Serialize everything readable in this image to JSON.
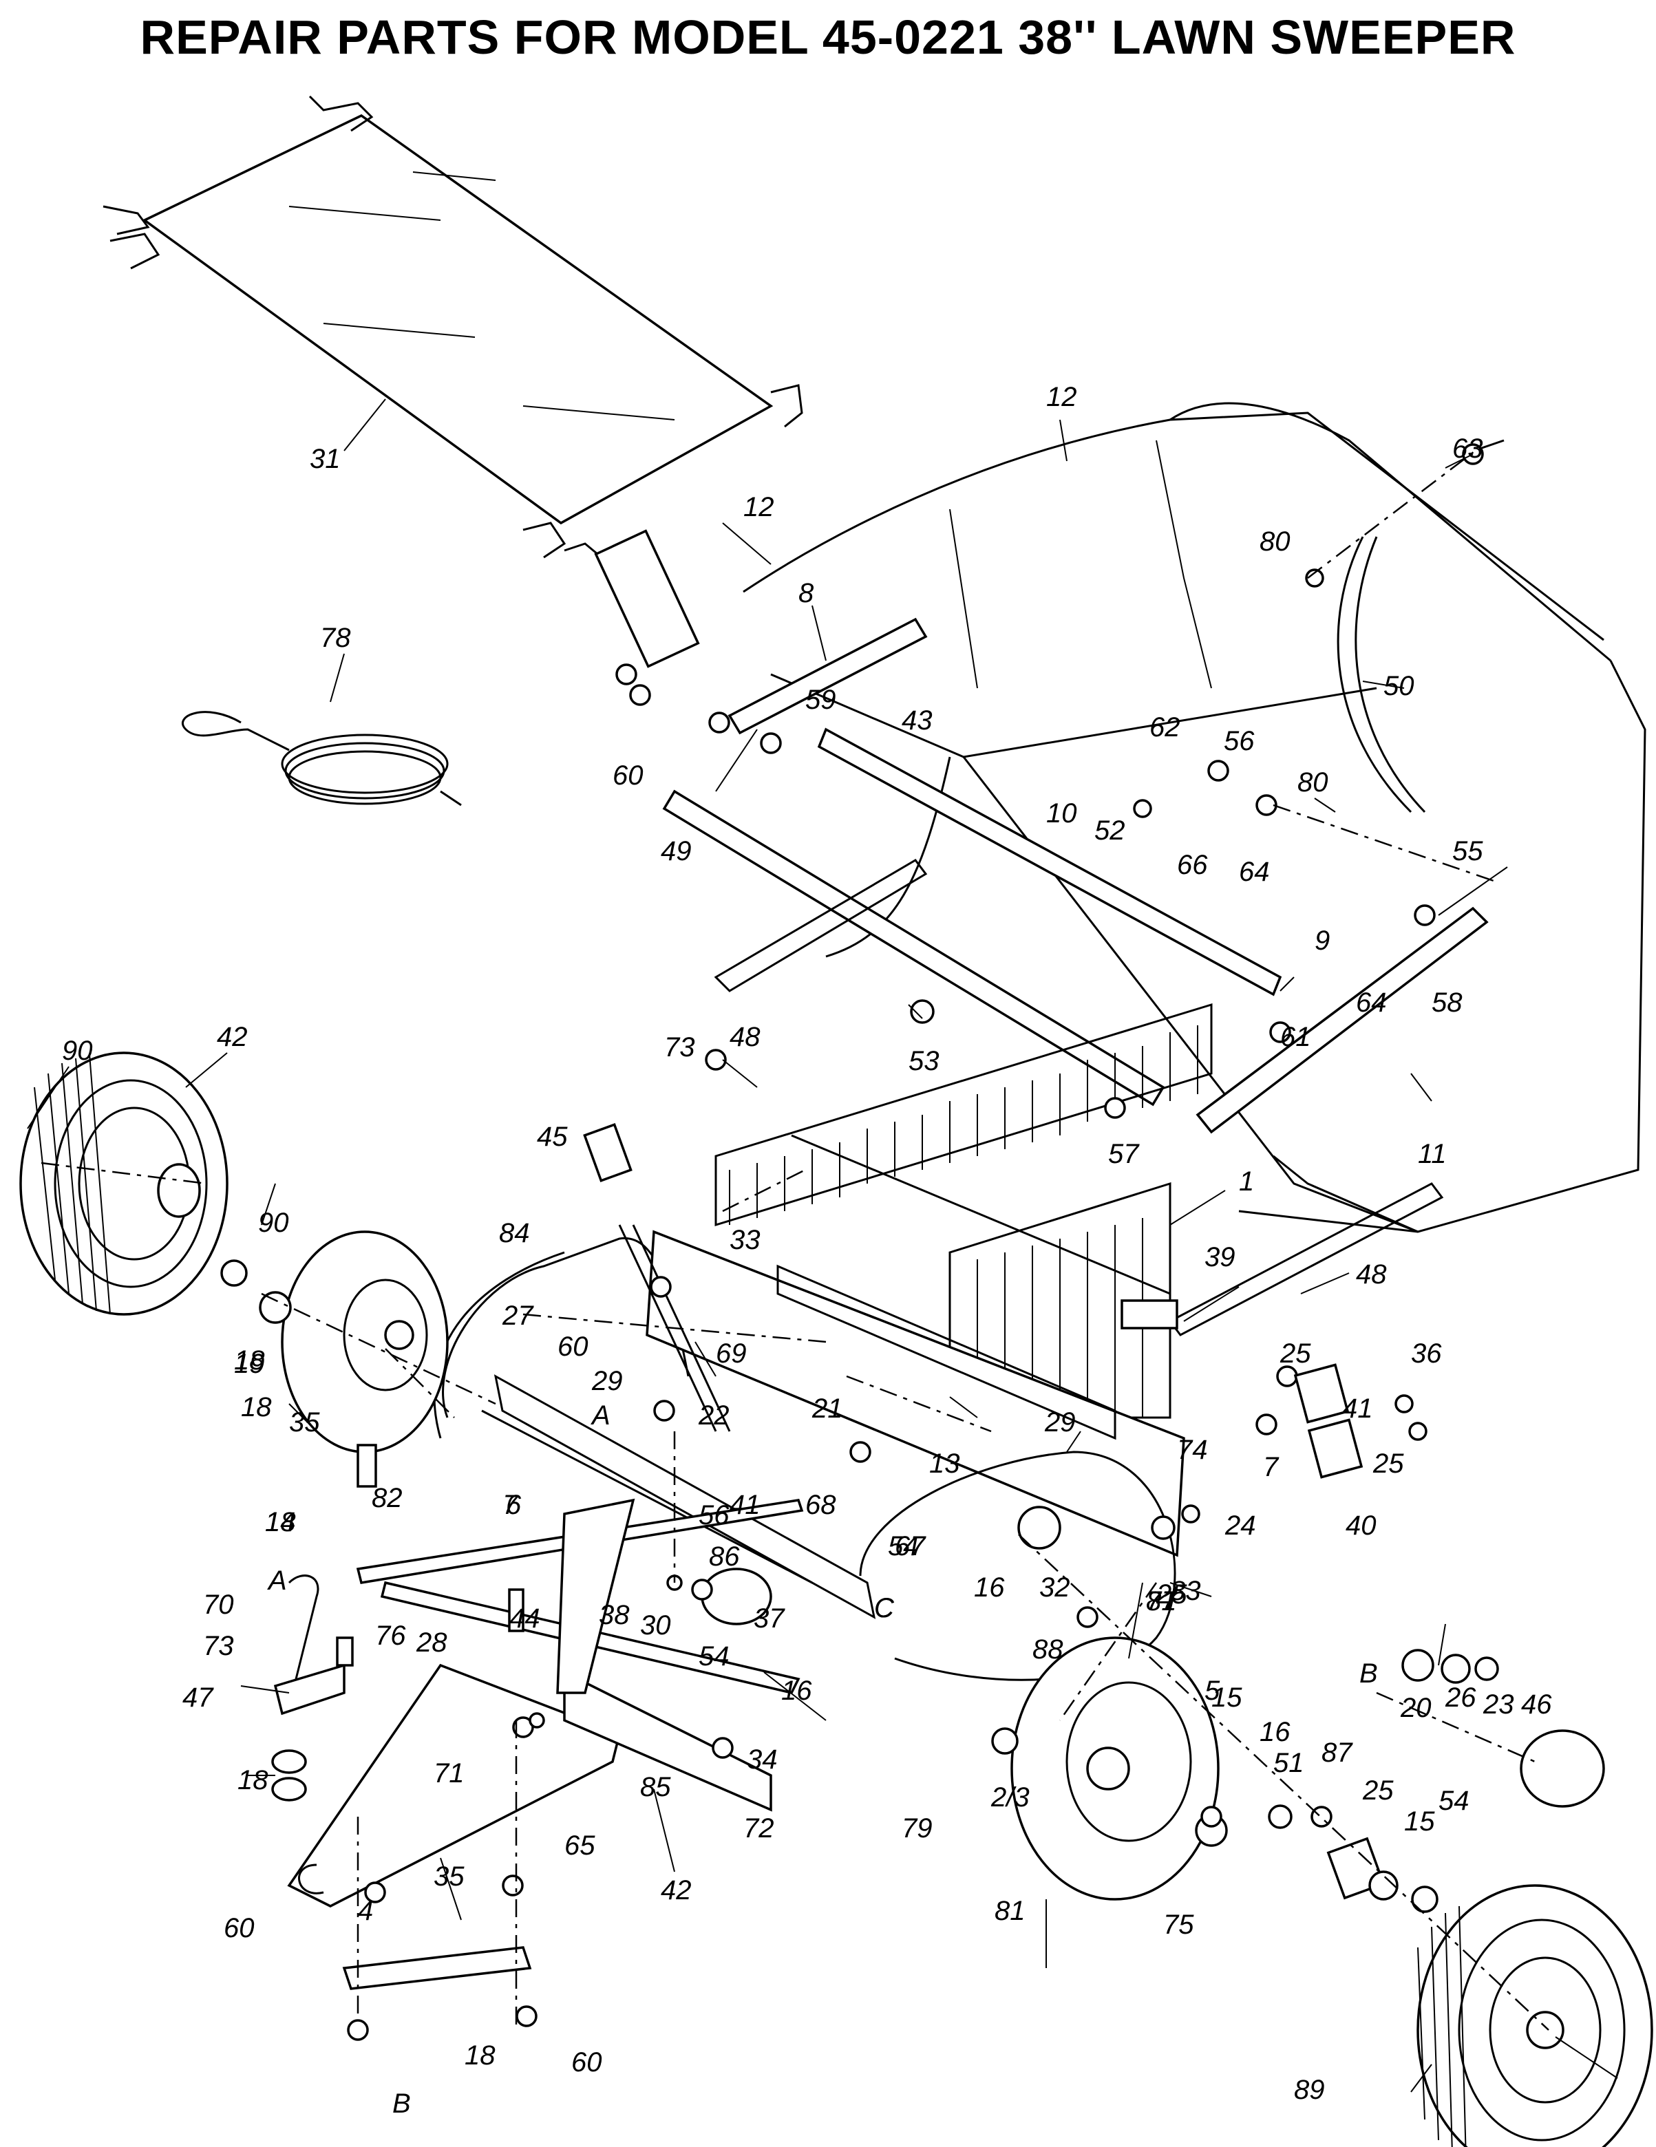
{
  "title": "REPAIR PARTS FOR MODEL 45-0221 38'' LAWN SWEEPER",
  "callouts": [
    "31",
    "12",
    "12",
    "78",
    "8",
    "63",
    "80",
    "59",
    "43",
    "50",
    "60",
    "62",
    "56",
    "80",
    "10",
    "52",
    "66",
    "64",
    "55",
    "49",
    "9",
    "64",
    "58",
    "90",
    "42",
    "73",
    "48",
    "53",
    "61",
    "57",
    "11",
    "45",
    "1",
    "90",
    "33",
    "39",
    "48",
    "84",
    "19",
    "60",
    "29",
    "69",
    "25",
    "41",
    "36",
    "18",
    "27",
    "35",
    "18",
    "A",
    "22",
    "21",
    "13",
    "29",
    "74",
    "7",
    "25",
    "24",
    "40",
    "41",
    "86",
    "82",
    "6",
    "7",
    "68",
    "56",
    "67",
    "54",
    "18",
    "14",
    "A",
    "70",
    "76",
    "28",
    "44",
    "38",
    "30",
    "37",
    "5",
    "16",
    "32",
    "25",
    "83",
    "73",
    "54",
    "88",
    "47",
    "C",
    "C",
    "20",
    "26",
    "23",
    "46",
    "81",
    "77",
    "18",
    "71",
    "85",
    "34",
    "16",
    "15",
    "16",
    "51",
    "87",
    "2/3",
    "25",
    "72",
    "79",
    "15",
    "54",
    "65",
    "35",
    "81",
    "75",
    "60",
    "4",
    "42",
    "89",
    "18",
    "60",
    "B",
    "B"
  ]
}
